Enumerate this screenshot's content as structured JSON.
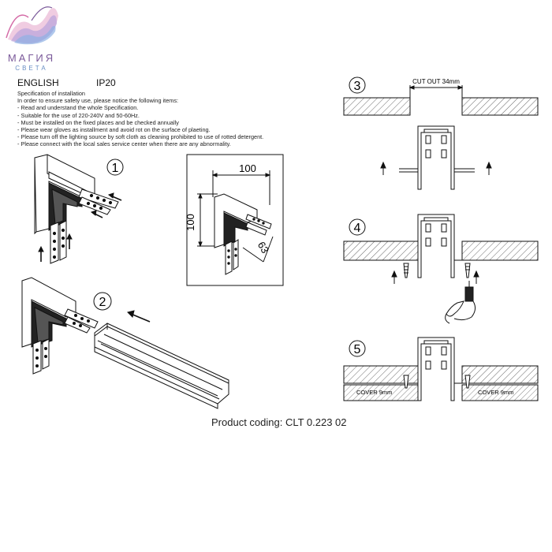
{
  "brand": {
    "name": "МАГИЯ",
    "tagline": "СВЕТА"
  },
  "header": {
    "language": "ENGLISH",
    "rating": "IP20"
  },
  "specification": {
    "title": "Specification of installation",
    "intro": "In order to ensure safety use, please notice the following items:",
    "items": [
      "- Read and understand the whole Specification.",
      "- Suitable for the use of 220-240V and 50-60Hz.",
      "- Must be installed on the fixed places and be checked annually",
      "- Please wear gloves as installment and avoid rot on the surface of plaeting.",
      "- Please turn off the lighting source by soft cloth as cleaning prohibited to use of rotted detergent.",
      "- Please connect with the local sales service center when there are any abnormality."
    ]
  },
  "steps": {
    "one": "1",
    "two": "2",
    "three": "3",
    "four": "4",
    "five": "5"
  },
  "dimensions": {
    "width": "100",
    "height": "100",
    "depth": "63"
  },
  "cutout": {
    "label": "CUT OUT 34mm"
  },
  "cover": {
    "left": "COVER 9mm",
    "right": "COVER 9mm"
  },
  "product": {
    "coding": "Product coding: CLT 0.223 02"
  },
  "colors": {
    "ink": "#111111",
    "logo_purple": "#7b5a9a",
    "logo_blue": "#6a8fc4",
    "logo_pink": "#d46aa6"
  }
}
